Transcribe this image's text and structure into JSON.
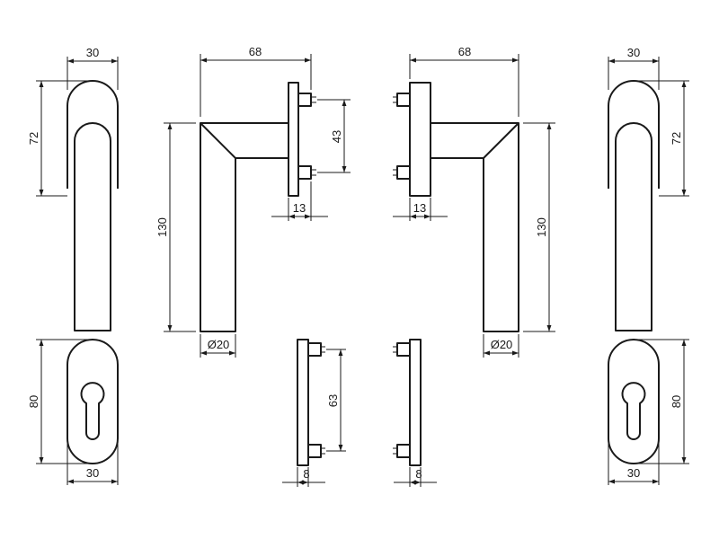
{
  "dimensions": {
    "left_rosette_width": "30",
    "left_rosette_height": "72",
    "left_escutcheon_height": "80",
    "left_escutcheon_width": "30",
    "left_handle_length": "68",
    "left_handle_height": "130",
    "left_rose_holes": "43",
    "left_rose_depth": "13",
    "left_grip_diameter": "Ø20",
    "left_plate_holes": "63",
    "left_plate_depth": "8",
    "right_plate_depth": "8",
    "right_handle_length": "68",
    "right_rose_depth": "13",
    "right_handle_height": "130",
    "right_grip_diameter": "Ø20",
    "right_rosette_width": "30",
    "right_rosette_height": "72",
    "right_escutcheon_height": "80",
    "right_escutcheon_width": "30"
  }
}
